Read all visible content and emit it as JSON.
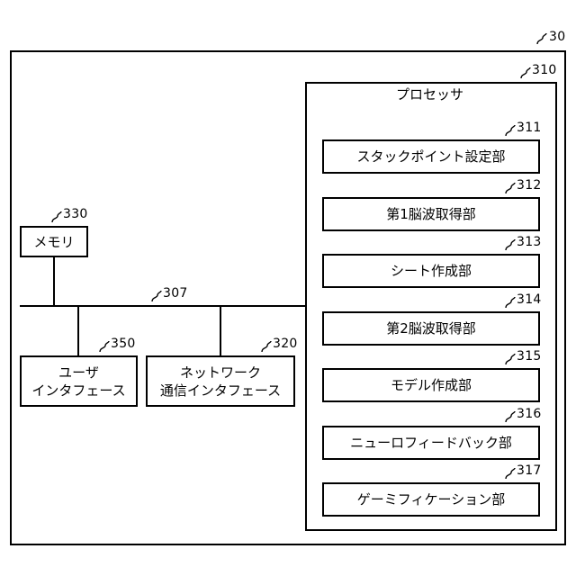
{
  "device": {
    "ref": "30"
  },
  "processor": {
    "ref": "310",
    "label": "プロセッサ",
    "units": [
      {
        "ref": "311",
        "label": "スタックポイント設定部"
      },
      {
        "ref": "312",
        "label": "第1脳波取得部"
      },
      {
        "ref": "313",
        "label": "シート作成部"
      },
      {
        "ref": "314",
        "label": "第2脳波取得部"
      },
      {
        "ref": "315",
        "label": "モデル作成部"
      },
      {
        "ref": "316",
        "label": "ニューロフィードバック部"
      },
      {
        "ref": "317",
        "label": "ゲーミフィケーション部"
      }
    ]
  },
  "memory": {
    "ref": "330",
    "label": "メモリ"
  },
  "bus": {
    "ref": "307"
  },
  "user_interface": {
    "ref": "350",
    "line1": "ユーザ",
    "line2": "インタフェース"
  },
  "network_interface": {
    "ref": "320",
    "line1": "ネットワーク",
    "line2": "通信インタフェース"
  }
}
